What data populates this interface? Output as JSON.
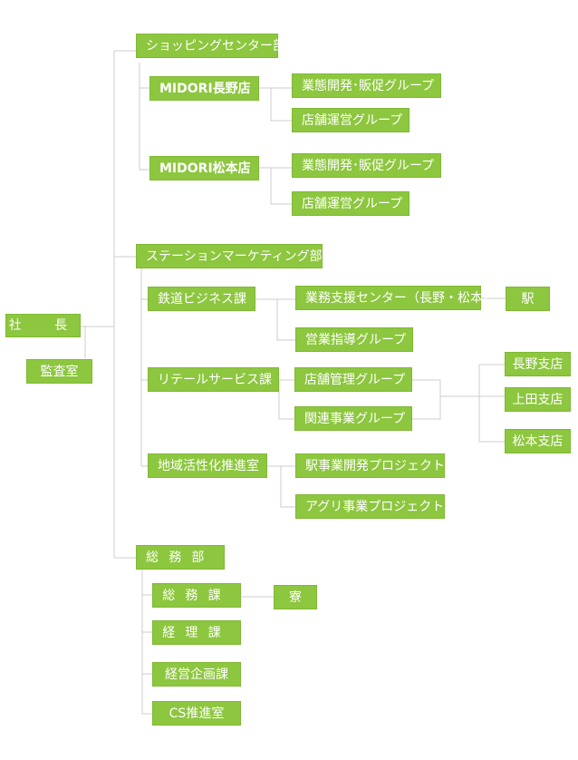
{
  "colors": {
    "box": "#8dc63f",
    "line": "#cccccc",
    "text": "#ffffff"
  },
  "org": {
    "president": "社　長",
    "audit": "監査室",
    "shopping": {
      "name": "ショッピングセンター部",
      "nagano_store": {
        "name": "MIDORI長野店",
        "groups": [
          "業態開発･販促グループ",
          "店舗運営グループ"
        ]
      },
      "matsumoto_store": {
        "name": "MIDORI松本店",
        "groups": [
          "業態開発･販促グループ",
          "店舗運営グループ"
        ]
      }
    },
    "station": {
      "name": "ステーションマーケティング部",
      "railway": {
        "name": "鉄道ビジネス課",
        "center": "業務支援センター（長野・松本）",
        "eki": "駅",
        "guidance": "営業指導グループ"
      },
      "retail": {
        "name": "リテールサービス課",
        "groups": [
          "店舗管理グループ",
          "関連事業グループ"
        ],
        "branches": [
          "長野支店",
          "上田支店",
          "松本支店"
        ]
      },
      "regional": {
        "name": "地域活性化推進室",
        "projects": [
          "駅事業開発プロジェクト",
          "アグリ事業プロジェクト"
        ]
      }
    },
    "general": {
      "name": "総務部",
      "general_section": "総務課",
      "dorm": "寮",
      "accounting": "経理課",
      "planning": "経営企画課",
      "cs": "CS推進室"
    }
  }
}
